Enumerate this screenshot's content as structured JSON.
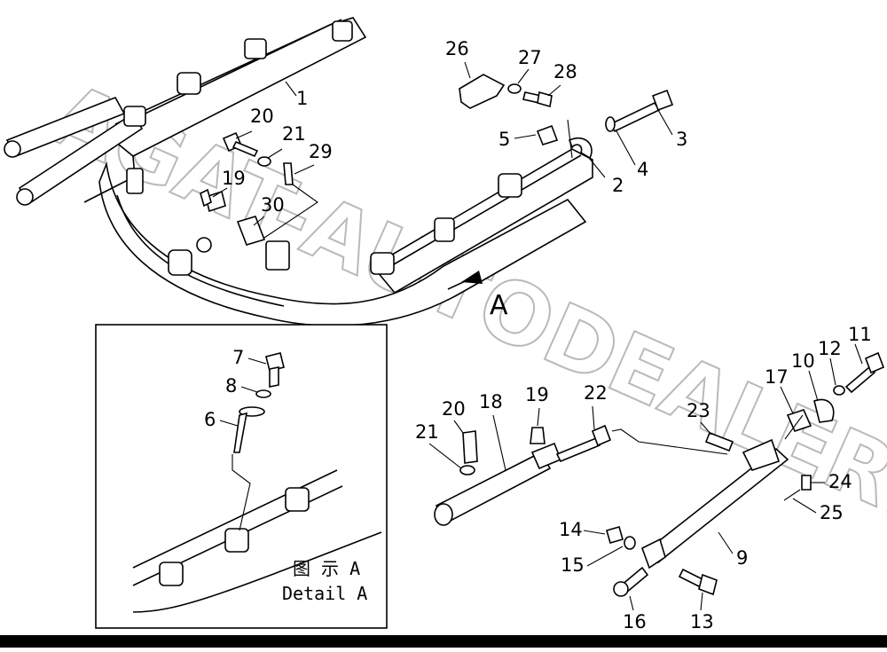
{
  "watermark": "AGAT-AUTODEALER.RU",
  "view_marker": "A",
  "detail_box": {
    "caption_cn": "图 示 A",
    "caption_en": "Detail A"
  },
  "part_labels": {
    "p1": "1",
    "p2": "2",
    "p3": "3",
    "p4": "4",
    "p5": "5",
    "p6": "6",
    "p7": "7",
    "p8": "8",
    "p9": "9",
    "p10": "10",
    "p11": "11",
    "p12": "12",
    "p13": "13",
    "p14": "14",
    "p15": "15",
    "p16": "16",
    "p17": "17",
    "p18": "18",
    "p19a": "19",
    "p19b": "19",
    "p20a": "20",
    "p20b": "20",
    "p21a": "21",
    "p21b": "21",
    "p22": "22",
    "p23": "23",
    "p24": "24",
    "p25": "25",
    "p26": "26",
    "p27": "27",
    "p28": "28",
    "p29": "29",
    "p30": "30"
  }
}
